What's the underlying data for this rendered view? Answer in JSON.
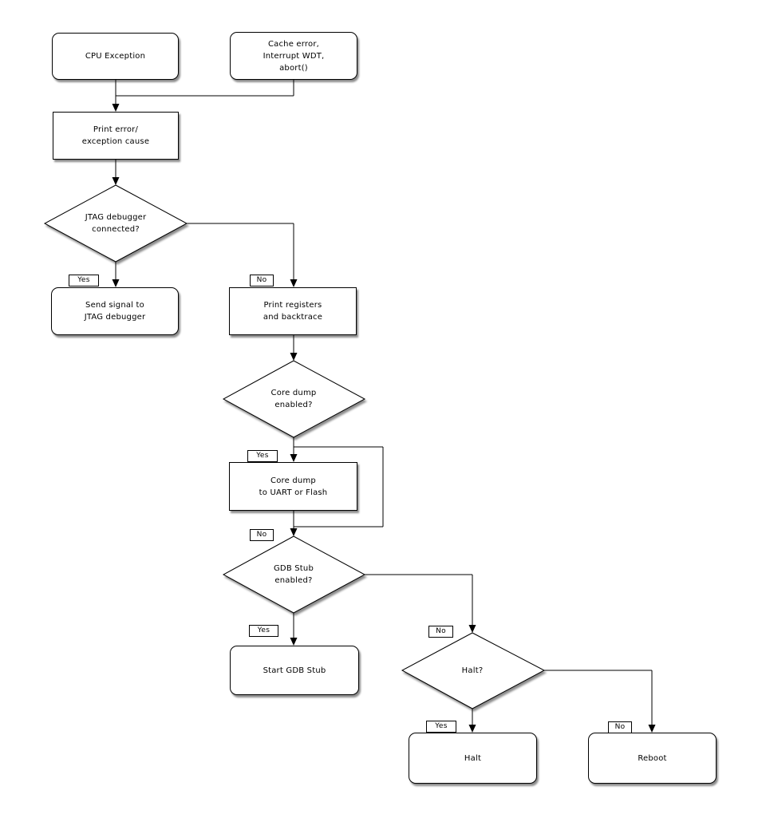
{
  "diagram": {
    "type": "flowchart",
    "topic": "Fatal error / panic handling flow",
    "nodes": {
      "cpu_exception": "CPU Exception",
      "cache_error": "Cache error,\nInterrupt WDT,\nabort()",
      "print_error": "Print error/\nexception cause",
      "jtag_connected": "JTAG debugger\nconnected?",
      "send_signal": "Send signal to\nJTAG debugger",
      "print_registers": "Print registers\nand backtrace",
      "core_dump_enabled": "Core dump\nenabled?",
      "core_dump": "Core dump\nto UART or Flash",
      "gdb_stub_enabled": "GDB Stub\nenabled?",
      "start_gdb_stub": "Start GDB Stub",
      "halt_question": "Halt?",
      "halt": "Halt",
      "reboot": "Reboot"
    },
    "labels": {
      "yes": "Yes",
      "no": "No"
    },
    "colors": {
      "line": "#000000",
      "fill": "#ffffff",
      "text": "#000000"
    }
  }
}
